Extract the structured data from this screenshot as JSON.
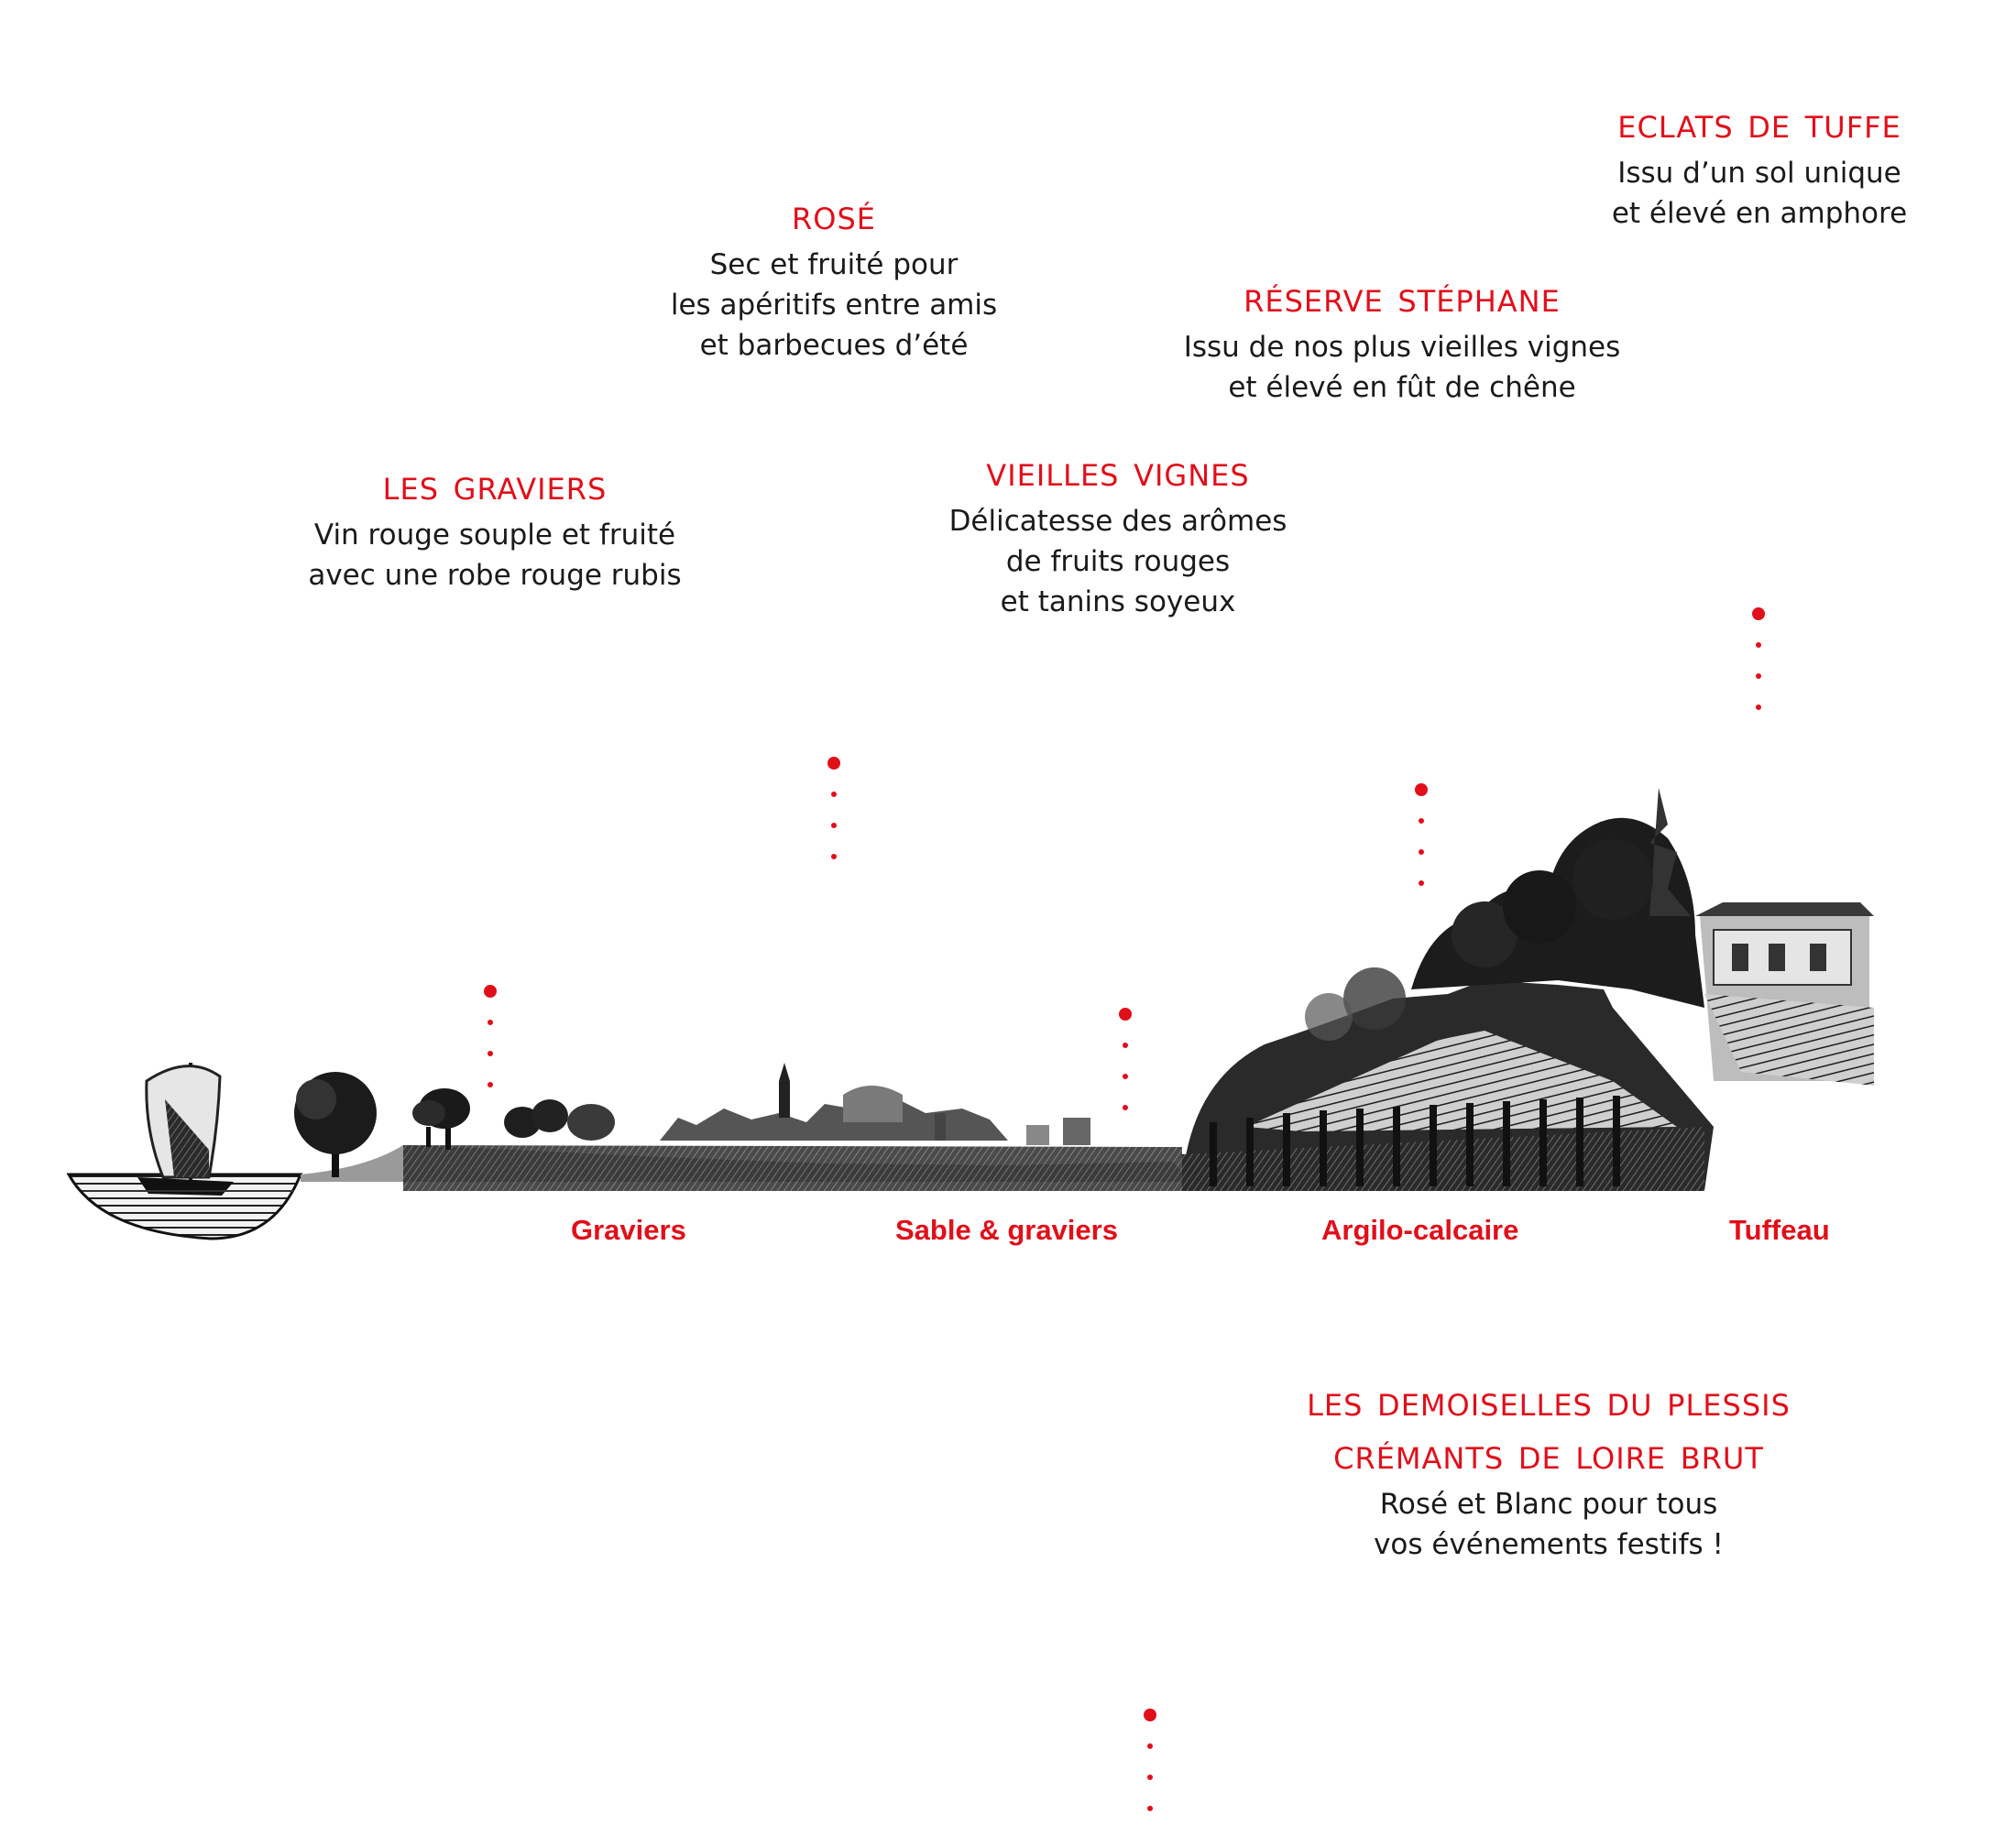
{
  "accent_color": "#e10f1a",
  "wines": [
    {
      "id": "eclats-de-tuffe",
      "title": "Eclats de tuffe",
      "lines": [
        "Issu d’un sol unique",
        "et élevé en amphore"
      ]
    },
    {
      "id": "rose",
      "title": "Rosé",
      "lines": [
        "Sec et fruité pour",
        "les apéritifs entre amis",
        "et barbecues d’été"
      ]
    },
    {
      "id": "reserve-stephane",
      "title": "Réserve Stéphane",
      "lines": [
        "Issu de nos plus vieilles vignes",
        "et élevé en fût de chêne"
      ]
    },
    {
      "id": "les-graviers",
      "title": "Les Graviers",
      "lines": [
        "Vin rouge souple et fruité",
        "avec une robe rouge rubis"
      ]
    },
    {
      "id": "vieilles-vignes",
      "title": "Vieilles Vignes",
      "lines": [
        "Délicatesse des arômes",
        "de fruits rouges",
        "et tanins soyeux"
      ]
    },
    {
      "id": "demoiselles",
      "title": "Les Demoiselles du Plessis",
      "title2": "Crémants de Loire Brut",
      "lines": [
        "Rosé et Blanc pour tous",
        "vos événements festifs !"
      ]
    }
  ],
  "soils": [
    "Graviers",
    "Sable & graviers",
    "Argilo-calcaire",
    "Tuffeau"
  ],
  "illustration": {
    "subject": "landscape-engraving",
    "icons": [
      "sailboat-icon",
      "tree-icon",
      "village-icon",
      "vineyard-icon",
      "forest-icon",
      "chateau-icon"
    ]
  }
}
